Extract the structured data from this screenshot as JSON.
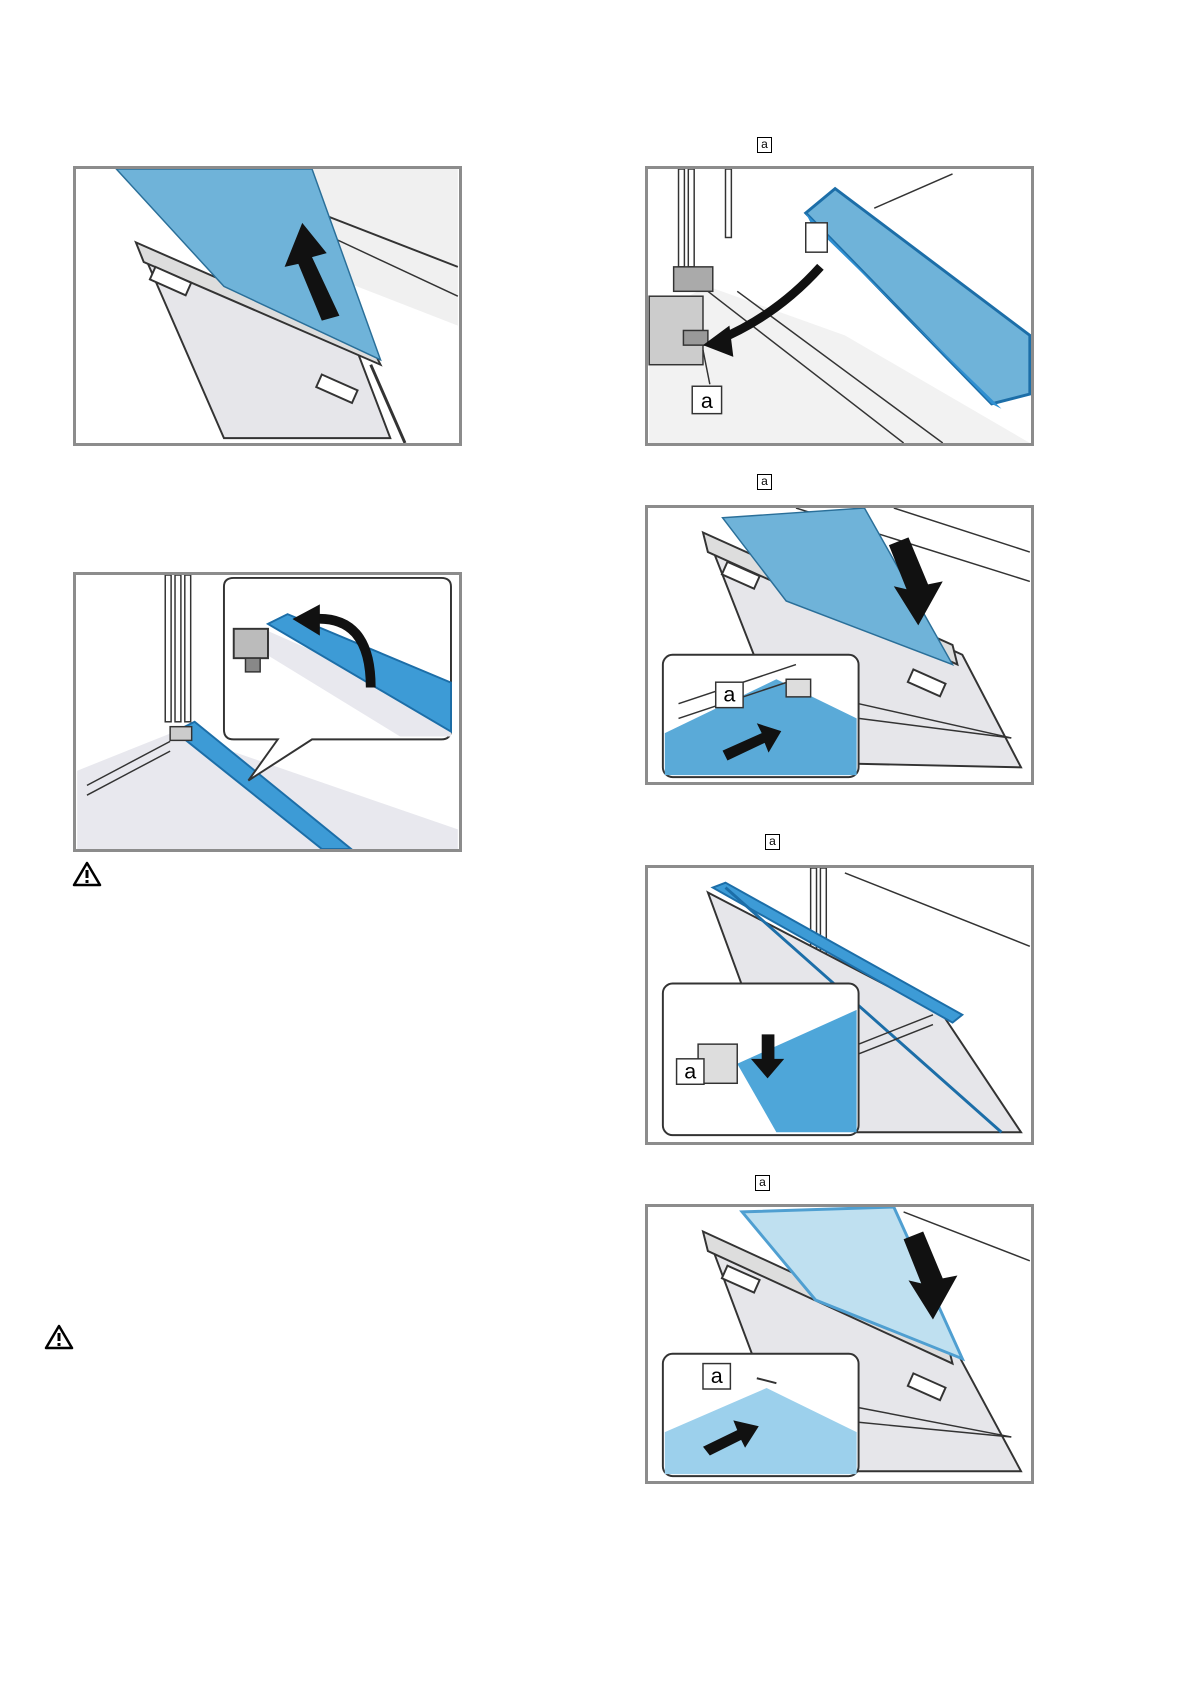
{
  "references": {
    "step1_ref": "a",
    "step2_ref": "a",
    "step3_ref": "a",
    "step4_ref": "a"
  },
  "callouts": {
    "fig_clip_label": "a",
    "fig_insert_label": "a",
    "fig_seal_label": "a",
    "fig_lower_label": "a"
  },
  "icons": {
    "warning": "warning-triangle-icon"
  },
  "colors": {
    "glass_blue": "#6fb3d9",
    "glass_light": "#bfe0f0",
    "seal_blue": "#2f8fd1",
    "frame_gray": "#8c8c8c"
  }
}
